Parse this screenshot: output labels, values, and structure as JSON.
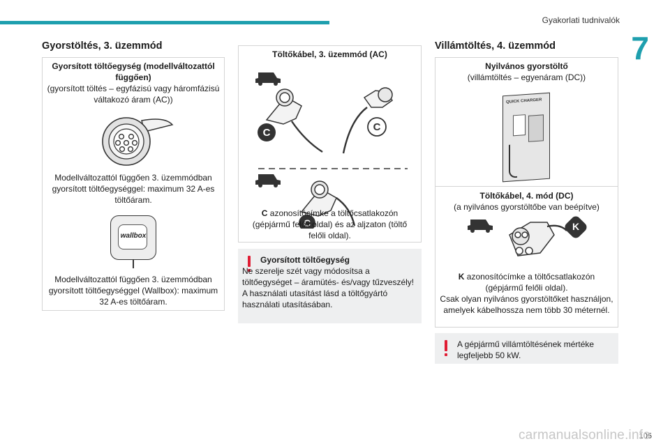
{
  "header": {
    "section_label": "Gyakorlati tudnivalók",
    "chapter_number": "7",
    "accent_color": "#1e9fae"
  },
  "col1": {
    "title": "Gyorstöltés, 3. üzemmód",
    "box": {
      "heading": "Gyorsított töltőegység (modellváltozattól függően)",
      "subheading": "(gyorsított töltés – egyfázisú vagy háromfázisú váltakozó áram (AC))",
      "socket_caption": "Modellváltozattól függően 3. üzemmódban gyorsított töltőegységgel: maximum 32 A-es töltőáram.",
      "wallbox_logo": "wallbox",
      "wallbox_caption": "Modellváltozattól függően 3. üzemmódban gyorsított töltőegységgel (Wallbox): maximum 32 A-es töltőáram."
    }
  },
  "col2": {
    "box": {
      "heading": "Töltőkábel, 3. üzemmód (AC)",
      "label_letter": "C",
      "caption_letter": "C",
      "caption": "azonosítócímke a töltőcsatlakozón (gépjármű felőli oldal) és az aljzaton (töltő felőli oldal)."
    },
    "warning": {
      "title": "Gyorsított töltőegység",
      "text": "Ne szerelje szét vagy módosítsa a töltőegységet – áramütés- és/vagy tűzveszély!\nA használati utasítást lásd a töltőgyártó használati utasításában."
    }
  },
  "col3": {
    "title": "Villámtöltés, 4. üzemmód",
    "box": {
      "heading": "Nyilvános gyorstöltő",
      "subheading": "(villámtöltés – egyenáram (DC))",
      "charger_label": "QUICK CHARGER",
      "cable_heading": "Töltőkábel, 4. mód (DC)",
      "cable_subheading": "(a nyilvános gyorstöltőbe van beépítve)",
      "label_letter": "K",
      "caption_letter": "K",
      "caption": "azonosítócímke a töltőcsatlakozón (gépjármű felőli oldal).",
      "caption2": "Csak olyan nyilvános gyorstöltőket használjon, amelyek kábelhossza nem több 30 méternél."
    },
    "warning": {
      "text": "A gépjármű villámtöltésének mértéke legfeljebb 50 kW."
    }
  },
  "footer": {
    "page_number": "105",
    "watermark": "carmanualsonline.info"
  }
}
